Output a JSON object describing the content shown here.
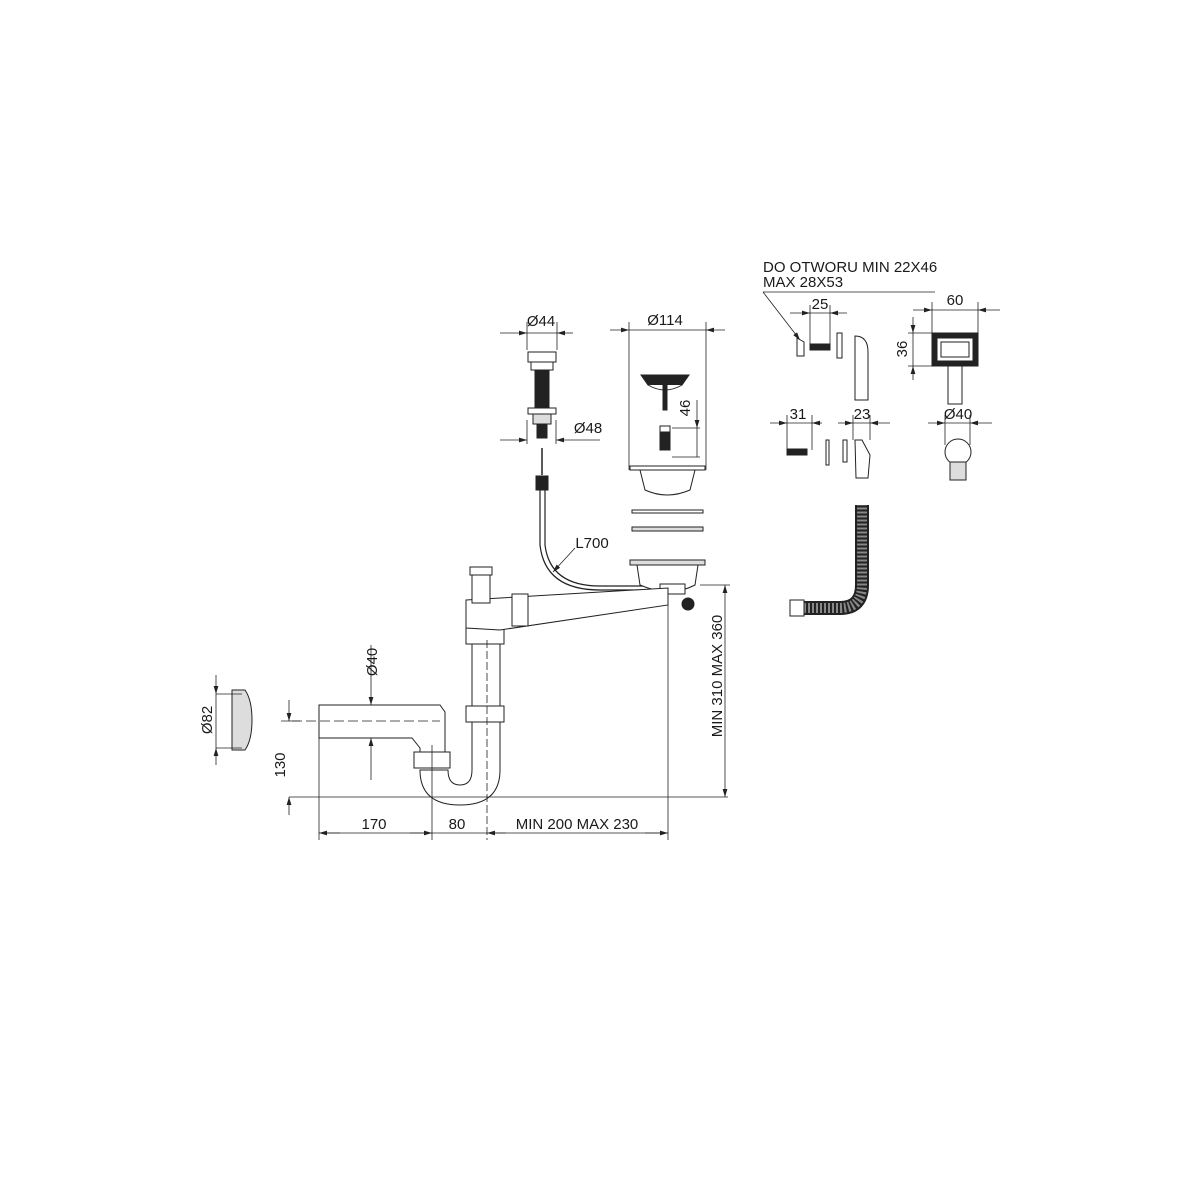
{
  "diagram": {
    "labels": {
      "d44": "Ø44",
      "d114": "Ø114",
      "d48": "Ø48",
      "h46": "46",
      "note_line1": "DO OTWORU MIN 22X46",
      "note_line2": "MAX 28X53",
      "w25": "25",
      "w60": "60",
      "h36": "36",
      "w31": "31",
      "w23": "23",
      "d40_right": "Ø40",
      "l700": "L700",
      "d40_left": "Ø40",
      "d82": "Ø82",
      "h130": "130",
      "w170": "170",
      "w80": "80",
      "w200_230": "MIN 200 MAX 230",
      "h310_360": "MIN 310 MAX 360"
    }
  }
}
